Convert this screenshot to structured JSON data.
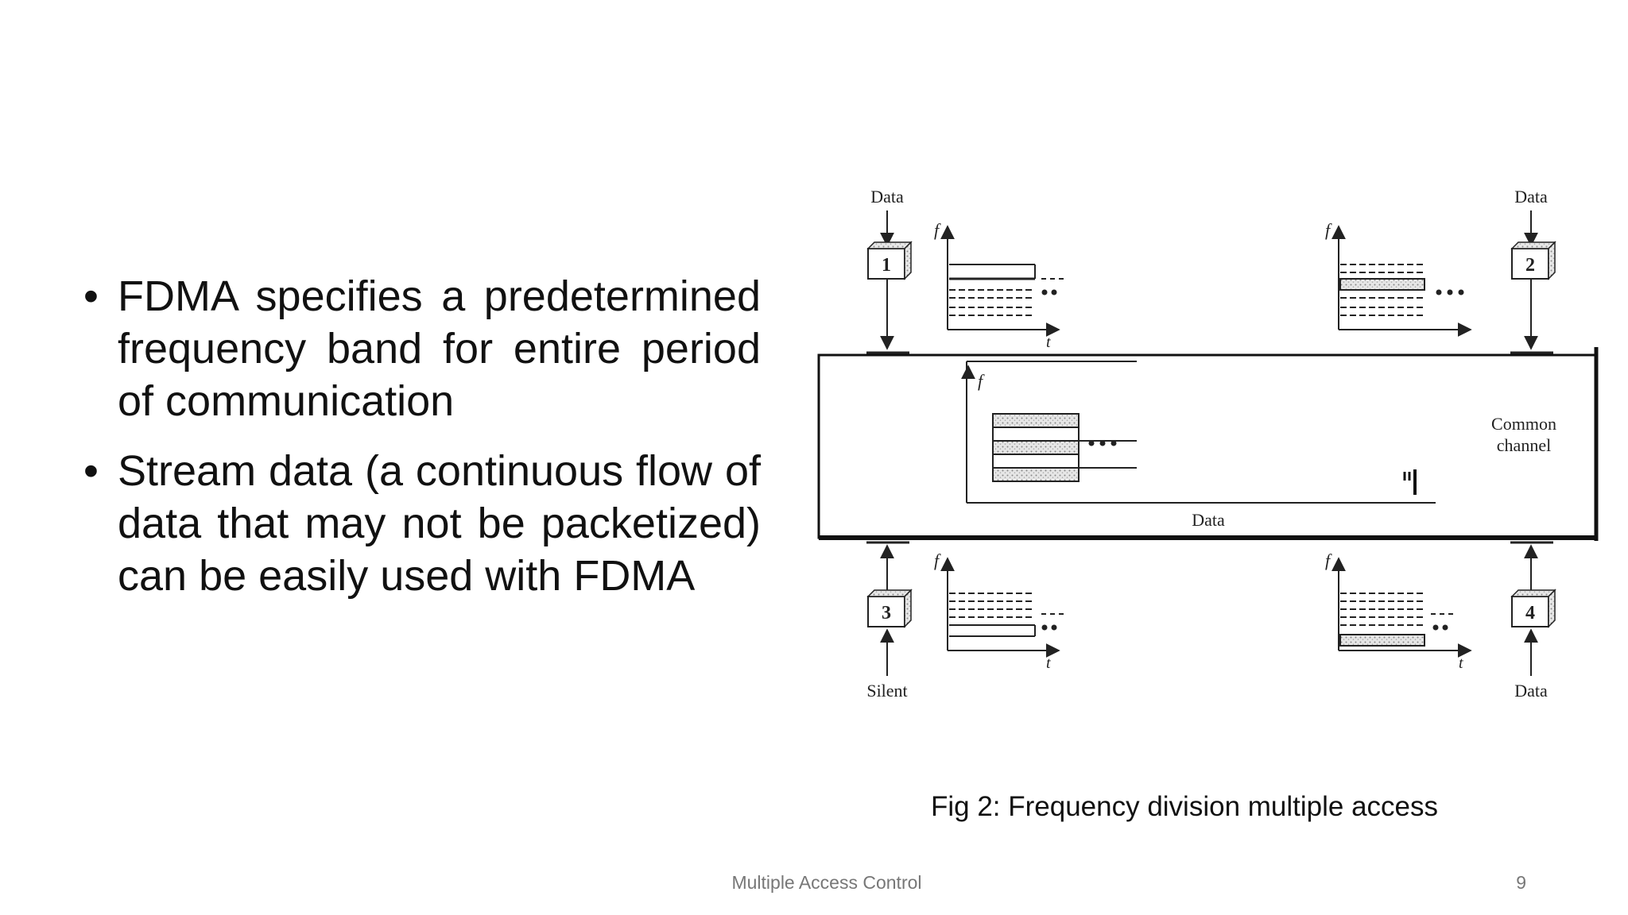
{
  "bullets": [
    "FDMA specifies a predetermined frequency band for entire period of communication",
    "Stream data (a continuous flow of data that may not be packetized) can be easily used with FDMA"
  ],
  "bullet_glyph": "•",
  "diagram": {
    "stations": [
      {
        "number": "1",
        "label": "Data"
      },
      {
        "number": "2",
        "label": "Data"
      },
      {
        "number": "3",
        "label": "Silent"
      },
      {
        "number": "4",
        "label": "Data"
      }
    ],
    "freq_axis": "f",
    "time_axis": "t",
    "channel_label_line1": "Common",
    "channel_label_line2": "channel",
    "channel_data_label": "Data"
  },
  "caption": "Fig 2: Frequency division multiple access",
  "footer": {
    "title": "Multiple Access Control",
    "page": "9"
  }
}
